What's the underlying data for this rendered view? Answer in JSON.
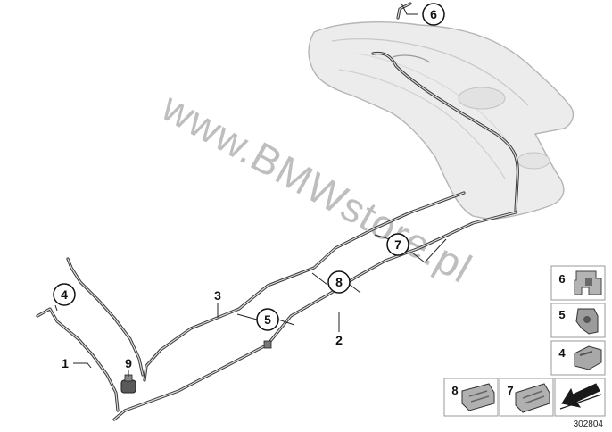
{
  "diagram": {
    "watermark": "www.BMWstore.pl",
    "reference_number": "302804",
    "callouts": [
      {
        "id": "1",
        "label": "1"
      },
      {
        "id": "2",
        "label": "2"
      },
      {
        "id": "3",
        "label": "3"
      },
      {
        "id": "4",
        "label": "4"
      },
      {
        "id": "5",
        "label": "5"
      },
      {
        "id": "6",
        "label": "6"
      },
      {
        "id": "7",
        "label": "7"
      },
      {
        "id": "8",
        "label": "8"
      },
      {
        "id": "9",
        "label": "9"
      }
    ],
    "legend": [
      {
        "id": "6",
        "label": "6"
      },
      {
        "id": "5",
        "label": "5"
      },
      {
        "id": "4",
        "label": "4"
      },
      {
        "id": "8",
        "label": "8"
      },
      {
        "id": "7",
        "label": "7"
      }
    ],
    "colors": {
      "tank_fill": "#ececec",
      "tank_stroke": "#b5b5b5",
      "pipe": "#3a3a3a",
      "legend_border": "#9a9a9a",
      "arrow": "#1a1a1a"
    },
    "icons": [
      "fuel-tank",
      "fuel-pipe",
      "clip",
      "fuel-filter",
      "direction-arrow"
    ]
  }
}
